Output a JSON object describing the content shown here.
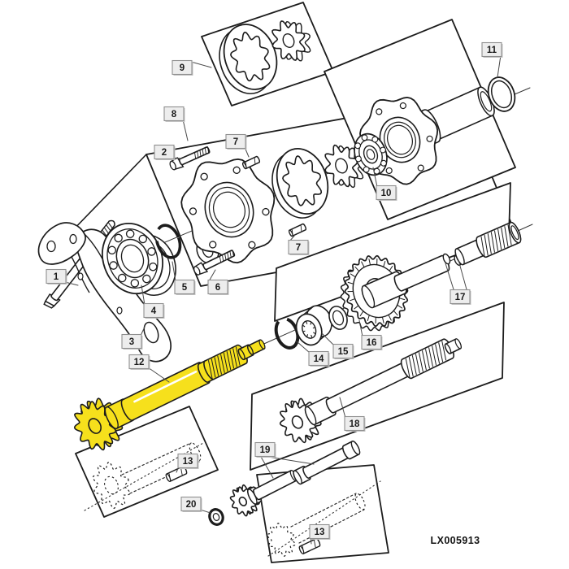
{
  "diagram": {
    "drawing_number": "LX005913",
    "highlight_color": "#F6E01C",
    "line_color": "#1c1c1c",
    "callout_style": {
      "fill": "#ededed",
      "border": "#8f8f8f",
      "shadow": "#c4c4c4"
    },
    "callouts": [
      {
        "number": "1",
        "part": "mounting-bolt"
      },
      {
        "number": "2",
        "part": "cap-screw-upper"
      },
      {
        "number": "3",
        "part": "support-bracket"
      },
      {
        "number": "4",
        "part": "ball-bearing-front"
      },
      {
        "number": "5",
        "part": "snap-ring"
      },
      {
        "number": "6",
        "part": "cap-screw-lower"
      },
      {
        "number": "7",
        "part": "dowel-pin-upper"
      },
      {
        "number": "7",
        "part": "dowel-pin-lower"
      },
      {
        "number": "8",
        "part": "pump-housing-plate"
      },
      {
        "number": "9",
        "part": "rotor-set-plate"
      },
      {
        "number": "10",
        "part": "ball-bearing-rear"
      },
      {
        "number": "11",
        "part": "o-ring"
      },
      {
        "number": "12",
        "part": "pto-drive-shaft-highlighted"
      },
      {
        "number": "13",
        "part": "spring-pin-left"
      },
      {
        "number": "13",
        "part": "spring-pin-right"
      },
      {
        "number": "14",
        "part": "sealing-ring"
      },
      {
        "number": "15",
        "part": "bearing-bushing"
      },
      {
        "number": "16",
        "part": "drive-gear"
      },
      {
        "number": "17",
        "part": "coupler-shaft"
      },
      {
        "number": "18",
        "part": "pto-shaft"
      },
      {
        "number": "19",
        "part": "shaft-couplings"
      },
      {
        "number": "20",
        "part": "sealing-washer"
      }
    ]
  }
}
